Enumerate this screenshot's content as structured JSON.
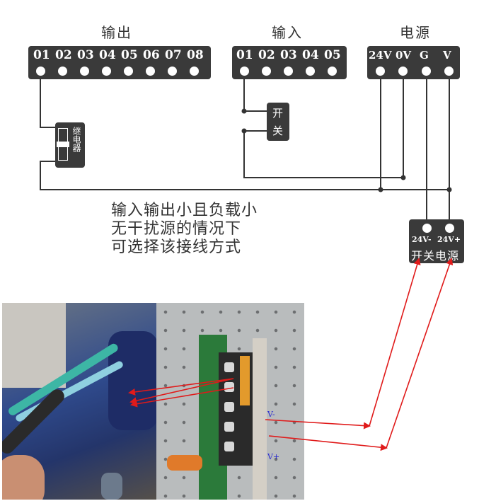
{
  "output_block": {
    "title": "输出",
    "pins": [
      "01",
      "02",
      "03",
      "04",
      "05",
      "06",
      "07",
      "08"
    ]
  },
  "input_block": {
    "title": "输入",
    "pins": [
      "01",
      "02",
      "03",
      "04",
      "05"
    ]
  },
  "power_block": {
    "title": "电源",
    "pins": [
      "24V",
      "0V",
      "G",
      "V"
    ]
  },
  "relay": {
    "label": "继电器"
  },
  "switch": {
    "label_top": "开",
    "label_bottom": "关"
  },
  "psu": {
    "pin_neg": "24V-",
    "pin_pos": "24V+",
    "label": "开关电源"
  },
  "note": {
    "line1": "输入输出小且负载小",
    "line2": "无干扰源的情况下",
    "line3": "可选择该接线方式"
  },
  "photo_labels": {
    "v_minus": "V-",
    "v_plus": "V+"
  },
  "colors": {
    "block": "#3a3a3a",
    "wire": "#333333",
    "arrow": "#e01a1a",
    "annotation": "#2b2bd0"
  }
}
